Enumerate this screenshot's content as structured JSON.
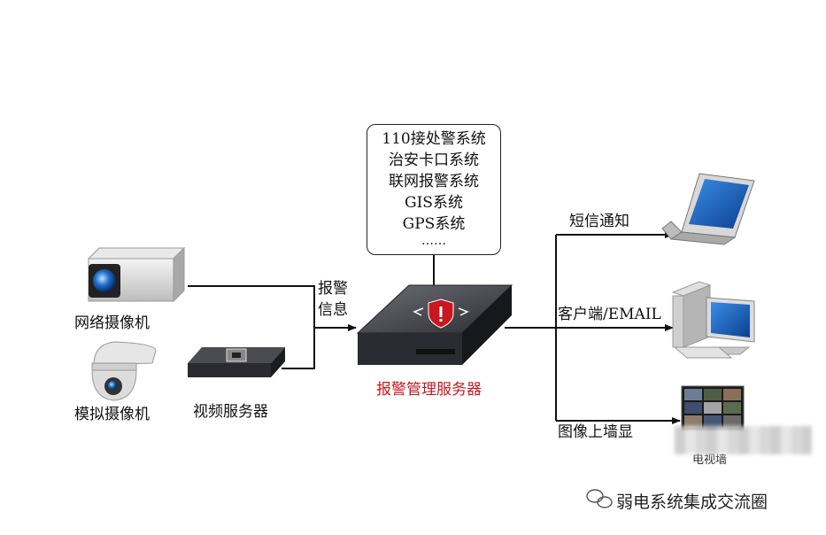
{
  "devices": {
    "network_camera": "网络摄像机",
    "analog_camera": "模拟摄像机",
    "video_server": "视频服务器"
  },
  "alarm_info": [
    "报警",
    "信息"
  ],
  "systems_box": {
    "lines": [
      "110接处警系统",
      "治安卡口系统",
      "联网报警系统",
      "GIS系统",
      "GPS系统",
      "……"
    ]
  },
  "server": {
    "label": "报警管理服务器"
  },
  "outputs": {
    "sms": "短信通知",
    "client_email": "客户端/EMAIL",
    "wall_display": "图像上墙显",
    "tv_wall": "电视墙"
  },
  "watermark": "弱电系统集成交流圈",
  "colors": {
    "server_label": "#c8171f",
    "shield": "#c8171f",
    "line": "#111111"
  }
}
